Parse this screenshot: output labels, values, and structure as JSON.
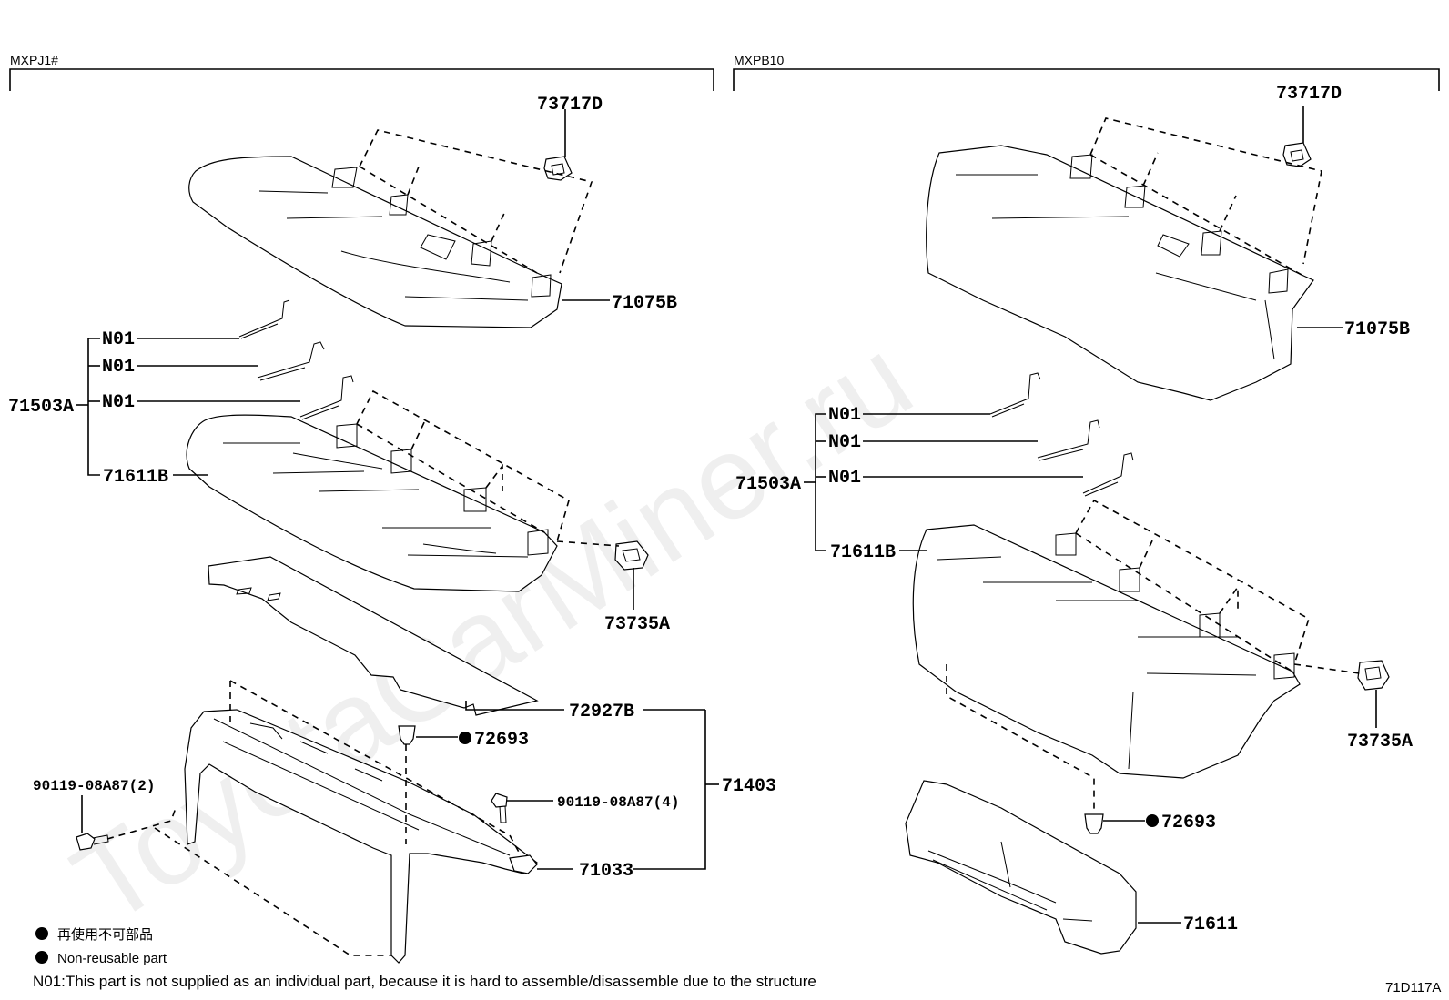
{
  "sections": {
    "left": "MXPJ1#",
    "right": "MXPB10"
  },
  "left_labels": {
    "p73717D": "73717D",
    "p71075B": "71075B",
    "n01_a": "N01",
    "n01_b": "N01",
    "n01_c": "N01",
    "p71503A": "71503A",
    "p71611B": "71611B",
    "p73735A": "73735A",
    "p72927B": "72927B",
    "p72693": "72693",
    "p71403": "71403",
    "p90119_2": "90119-08A87(2)",
    "p90119_4": "90119-08A87(4)",
    "p71033": "71033"
  },
  "right_labels": {
    "p73717D": "73717D",
    "p71075B": "71075B",
    "n01_a": "N01",
    "n01_b": "N01",
    "n01_c": "N01",
    "p71503A": "71503A",
    "p71611B": "71611B",
    "p73735A": "73735A",
    "p72693": "72693",
    "p71611": "71611"
  },
  "legend": {
    "jp": "再使用不可部品",
    "en": "Non-reusable part"
  },
  "footnote": "N01:This part is not supplied as an individual part, because it is hard to assemble/disassemble due to the structure",
  "diagram_code": "71D117A",
  "watermark": "ToyotaCarMiner.ru"
}
